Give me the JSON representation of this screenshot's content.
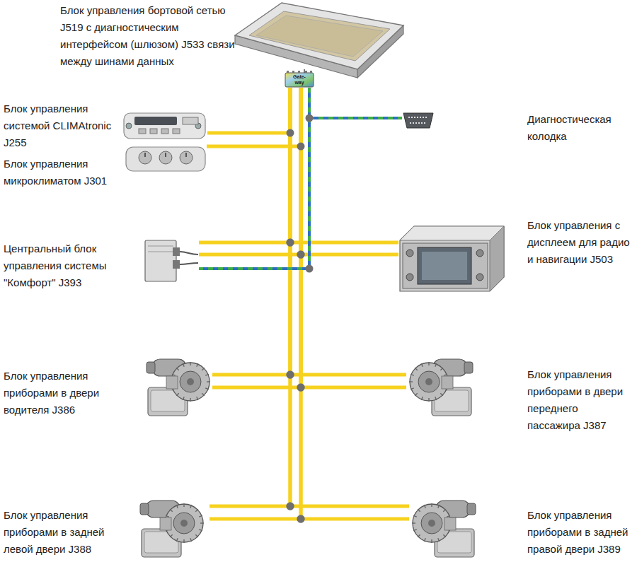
{
  "diagram": {
    "nodes": [
      {
        "text": [
          "Блок управления бортовой сетью J519 с диагностическим интерфейсом (шлюзом) J533 связи между шинами данных"
        ]
      },
      {
        "text": [
          "Блок управления системой CLIMAtronic J255"
        ]
      },
      {
        "text": [
          "Блок управления микроклиматом J301"
        ]
      },
      {
        "text": [
          "Центральный блок управления системы \"Комфорт\" J393"
        ]
      },
      {
        "text": [
          "Диагностическая колодка"
        ]
      },
      {
        "text": [
          "Блок управления с дисплеем для радио и навигации J503"
        ]
      },
      {
        "text": [
          "Блок управления приборами в двери водителя J386"
        ]
      },
      {
        "text": [
          "Блок управления приборами в двери переднего пассажира J387"
        ]
      },
      {
        "text": [
          "Блок управления приборами в задней левой двери J388"
        ]
      },
      {
        "text": [
          "Блок управления приборами в задней правой двери J389"
        ]
      }
    ],
    "edges": [
      {
        "from": 0,
        "to": 1,
        "arrow": "none"
      },
      {
        "from": 0,
        "to": 2,
        "arrow": "none"
      },
      {
        "from": 0,
        "to": 3,
        "arrow": "none"
      },
      {
        "from": 0,
        "to": 5,
        "arrow": "none"
      },
      {
        "from": 0,
        "to": 6,
        "arrow": "none"
      },
      {
        "from": 0,
        "to": 7,
        "arrow": "none"
      },
      {
        "from": 0,
        "to": 8,
        "arrow": "none"
      },
      {
        "from": 0,
        "to": 9,
        "arrow": "none"
      },
      {
        "from": 0,
        "to": 4,
        "arrow": "none"
      },
      {
        "from": 0,
        "to": 3,
        "arrow": "none"
      }
    ],
    "labels": [
      "Gate-way"
    ]
  }
}
